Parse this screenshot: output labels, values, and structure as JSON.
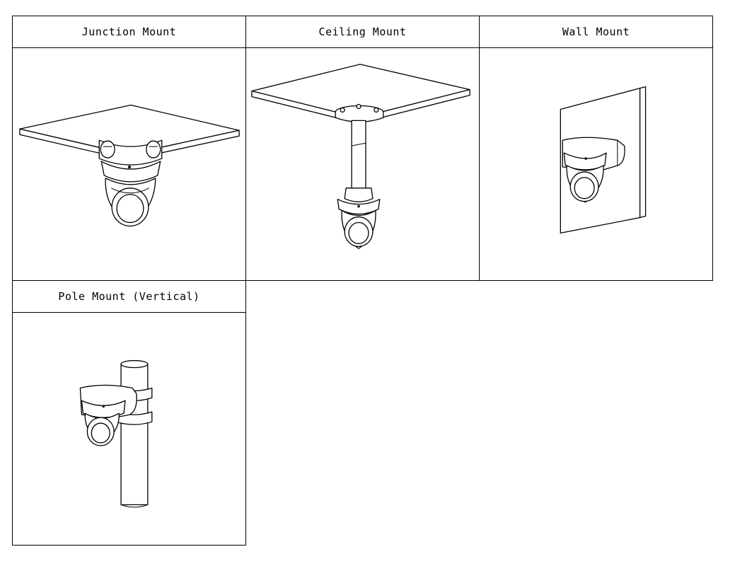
{
  "mounts": [
    {
      "title": "Junction Mount",
      "image_icon": "junction-mount-illustration"
    },
    {
      "title": "Ceiling Mount",
      "image_icon": "ceiling-mount-illustration"
    },
    {
      "title": "Wall Mount",
      "image_icon": "wall-mount-illustration"
    },
    {
      "title": "Pole Mount (Vertical)",
      "image_icon": "pole-mount-vertical-illustration"
    }
  ]
}
